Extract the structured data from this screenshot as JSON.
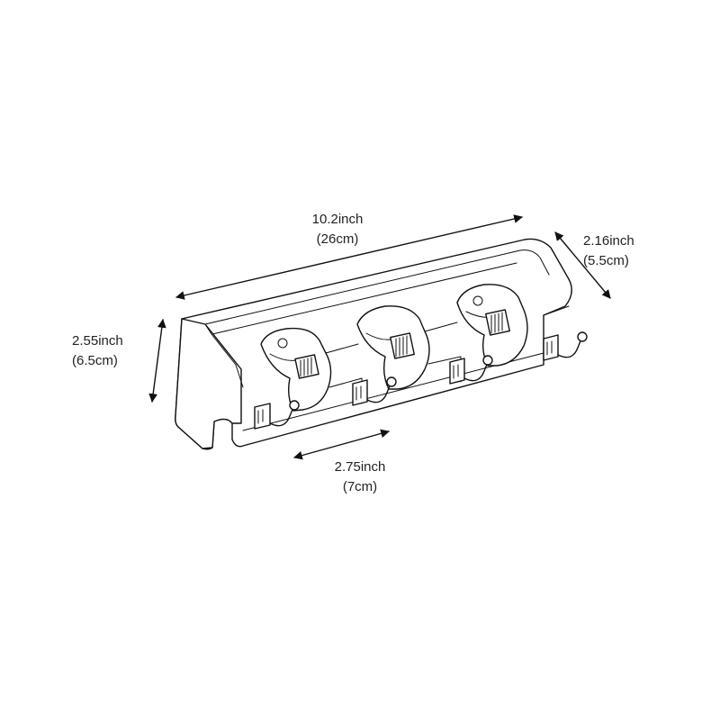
{
  "colors": {
    "line": "#111111",
    "text": "#222222",
    "background": "#ffffff"
  },
  "dimensions": {
    "length": {
      "imperial": "10.2inch",
      "metric": "(26cm)"
    },
    "depth": {
      "imperial": "2.16inch",
      "metric": "(5.5cm)"
    },
    "height": {
      "imperial": "2.55inch",
      "metric": "(6.5cm)"
    },
    "spacing": {
      "imperial": "2.75inch",
      "metric": "(7cm)"
    }
  }
}
